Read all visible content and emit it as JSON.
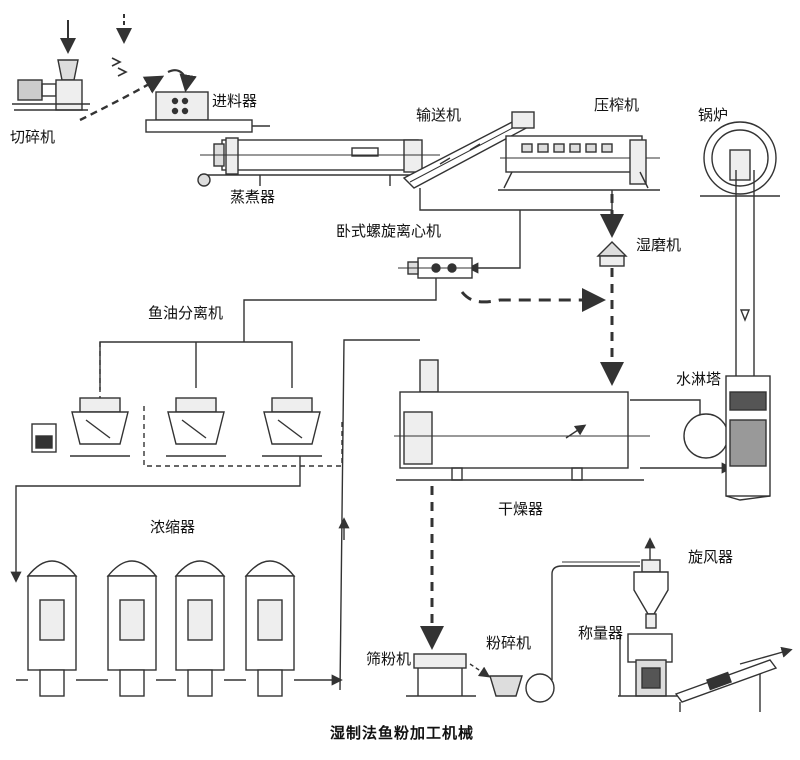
{
  "labels": {
    "shredder": "切碎机",
    "feeder": "进料器",
    "cooker": "蒸煮器",
    "conveyor": "输送机",
    "screw_press": "压榨机",
    "boiler": "锅炉",
    "decanter": "卧式螺旋离心机",
    "wet_mill": "湿磨机",
    "oil_separator": "鱼油分离机",
    "scrubber": "水淋塔",
    "dryer": "干燥器",
    "concentrator": "浓缩器",
    "cyclone": "旋风器",
    "scale": "称量器",
    "sieve": "筛粉机",
    "grinder": "粉碎机"
  },
  "caption": "湿制法鱼粉加工机械"
}
